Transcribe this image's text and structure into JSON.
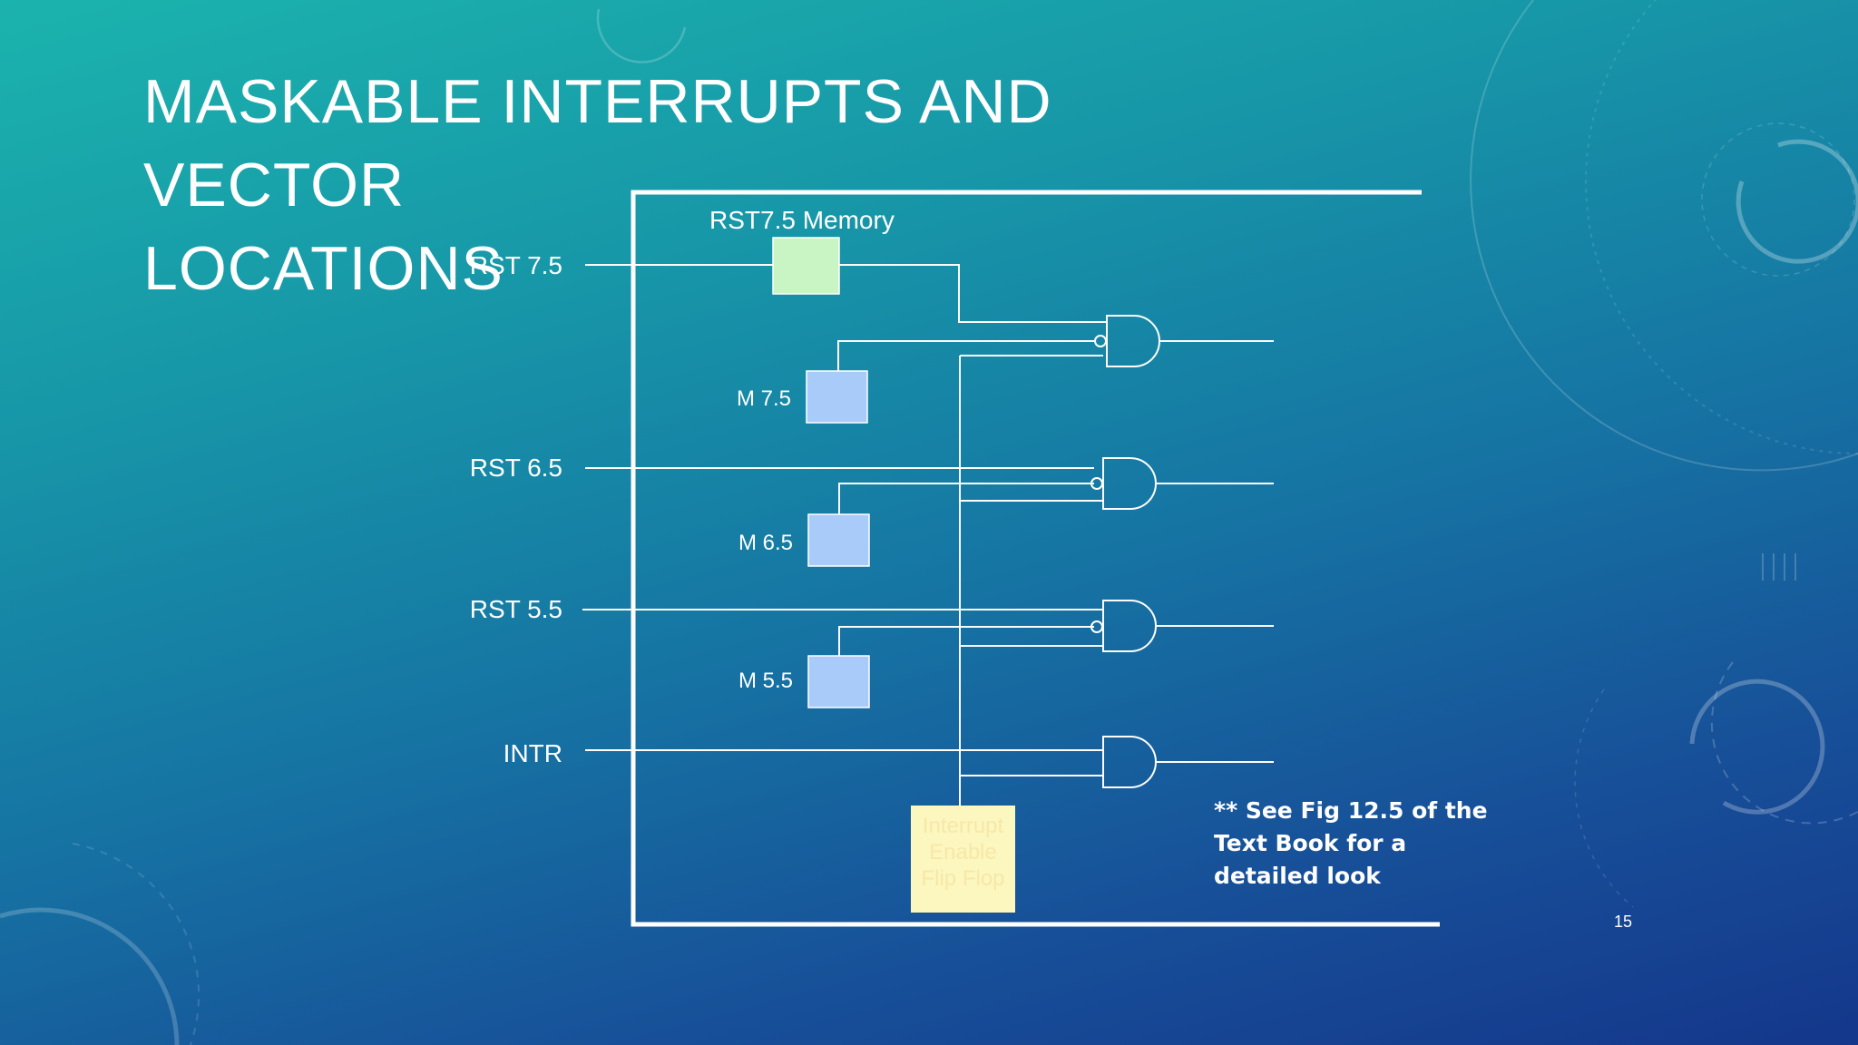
{
  "slide": {
    "title": "MASKABLE INTERRUPTS AND VECTOR\nLOCATIONS",
    "page_number": "15",
    "note": "** See Fig 12.5 of the Text Book for a detailed look"
  },
  "diagram": {
    "inputs": [
      "RST 7.5",
      "RST 6.5",
      "RST 5.5",
      "INTR"
    ],
    "memory_label": "RST7.5 Memory",
    "masks": [
      "M 7.5",
      "M 6.5",
      "M 5.5"
    ],
    "flip_flop_label": "Interrupt Enable Flip Flop"
  },
  "colors": {
    "memory_box": "#c9f5c4",
    "mask_box": "#a9cbfa",
    "flip_flop_box": "#fcf6bf",
    "lines": "#ffffff"
  }
}
